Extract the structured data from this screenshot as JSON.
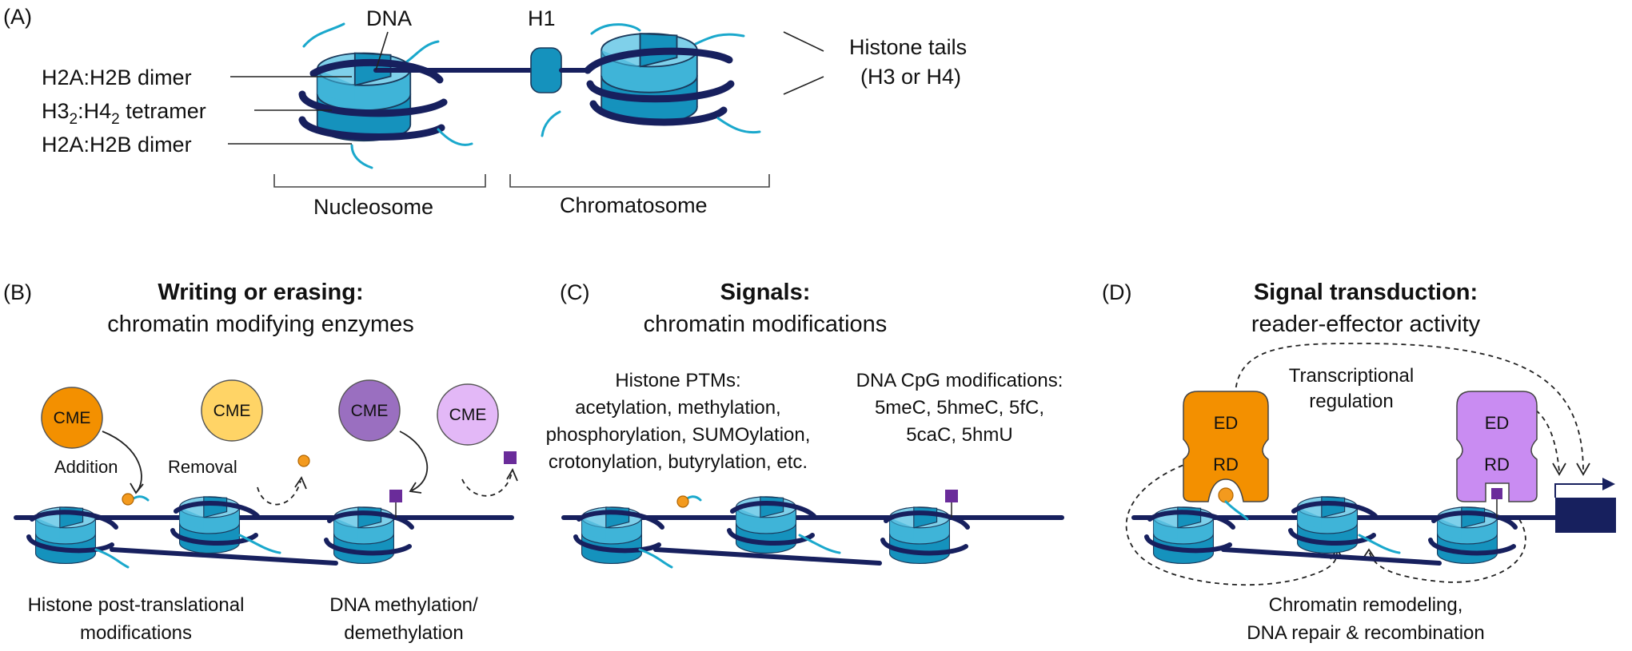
{
  "panels": {
    "a": "(A)",
    "b": "(B)",
    "c": "(C)",
    "d": "(D)"
  },
  "panel_a": {
    "dna": "DNA",
    "h1": "H1",
    "dimer_top": "H2A:H2B dimer",
    "tetramer_pre": "H3",
    "tetramer_sub1": "2",
    "tetramer_mid": ":H4",
    "tetramer_sub2": "2",
    "tetramer_post": " tetramer",
    "dimer_bottom": "H2A:H2B dimer",
    "tails_line1": "Histone tails",
    "tails_line2": "(H3 or H4)",
    "nucleosome": "Nucleosome",
    "chromatosome": "Chromatosome"
  },
  "panel_b": {
    "title": "Writing or erasing:",
    "subtitle": "chromatin modifying enzymes",
    "cme": "CME",
    "addition": "Addition",
    "removal": "Removal",
    "bottom_left_1": "Histone post-translational",
    "bottom_left_2": "modifications",
    "bottom_right_1": "DNA methylation/",
    "bottom_right_2": "demethylation"
  },
  "panel_c": {
    "title": "Signals:",
    "subtitle": "chromatin modifications",
    "ptm_lines": [
      "Histone PTMs:",
      "acetylation, methylation,",
      "phosphorylation, SUMOylation,",
      "crotonylation, butyrylation, etc."
    ],
    "cpg_lines": [
      "DNA CpG modifications:",
      "5meC, 5hmeC, 5fC,",
      "5caC, 5hmU"
    ]
  },
  "panel_d": {
    "title": "Signal transduction:",
    "subtitle": "reader-effector activity",
    "ed": "ED",
    "rd": "RD",
    "transcription_1": "Transcriptional",
    "transcription_2": "regulation",
    "bottom_1": "Chromatin remodeling,",
    "bottom_2": "DNA repair & recombination"
  },
  "colors": {
    "core_dark": "#1592bd",
    "core_mid": "#3fb4d8",
    "core_light": "#7fd0ea",
    "dna": "#17205e",
    "tail": "#1aa8cc",
    "cme_orange": "#f39000",
    "cme_yellow": "#ffd466",
    "cme_purple": "#9a6fc0",
    "cme_lavender": "#e3b8f7",
    "reader_orange": "#f39000",
    "reader_violet": "#c98cf2",
    "mark_orange": "#f39a1e",
    "mark_purple": "#6a2c9a"
  }
}
